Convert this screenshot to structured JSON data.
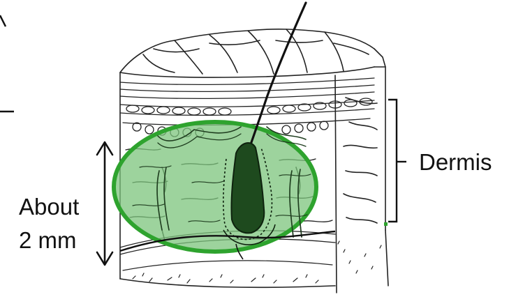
{
  "labels": {
    "dermis": "Dermis",
    "about_line1": "About",
    "about_line2": "2 mm"
  },
  "colors": {
    "highlight_fill": "#7cc47c",
    "highlight_stroke": "#2ea32e",
    "ink": "#111111"
  }
}
